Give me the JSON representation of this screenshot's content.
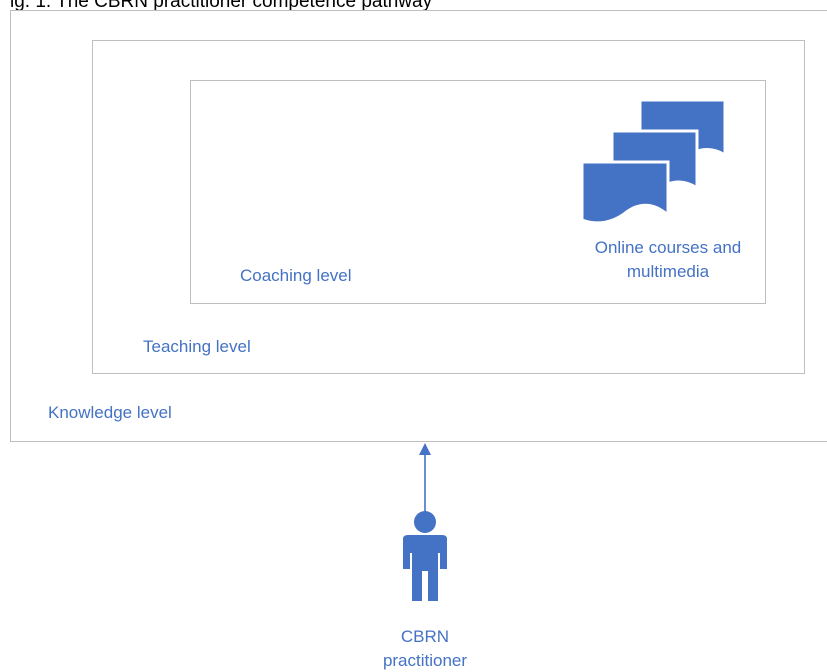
{
  "caption": "ig. 1. The CBRN practitioner competence pathway",
  "levels": {
    "knowledge": "Knowledge level",
    "teaching": "Teaching level",
    "coaching": "Coaching level"
  },
  "resources": {
    "line1": "Online courses and",
    "line2": "multimedia",
    "icon": "multiple-documents-icon"
  },
  "actor": {
    "line1": "CBRN",
    "line2": "practitioner",
    "icon": "person-icon"
  },
  "colors": {
    "accent": "#4472c4",
    "border": "#bfbfbf",
    "text": "#000000"
  }
}
